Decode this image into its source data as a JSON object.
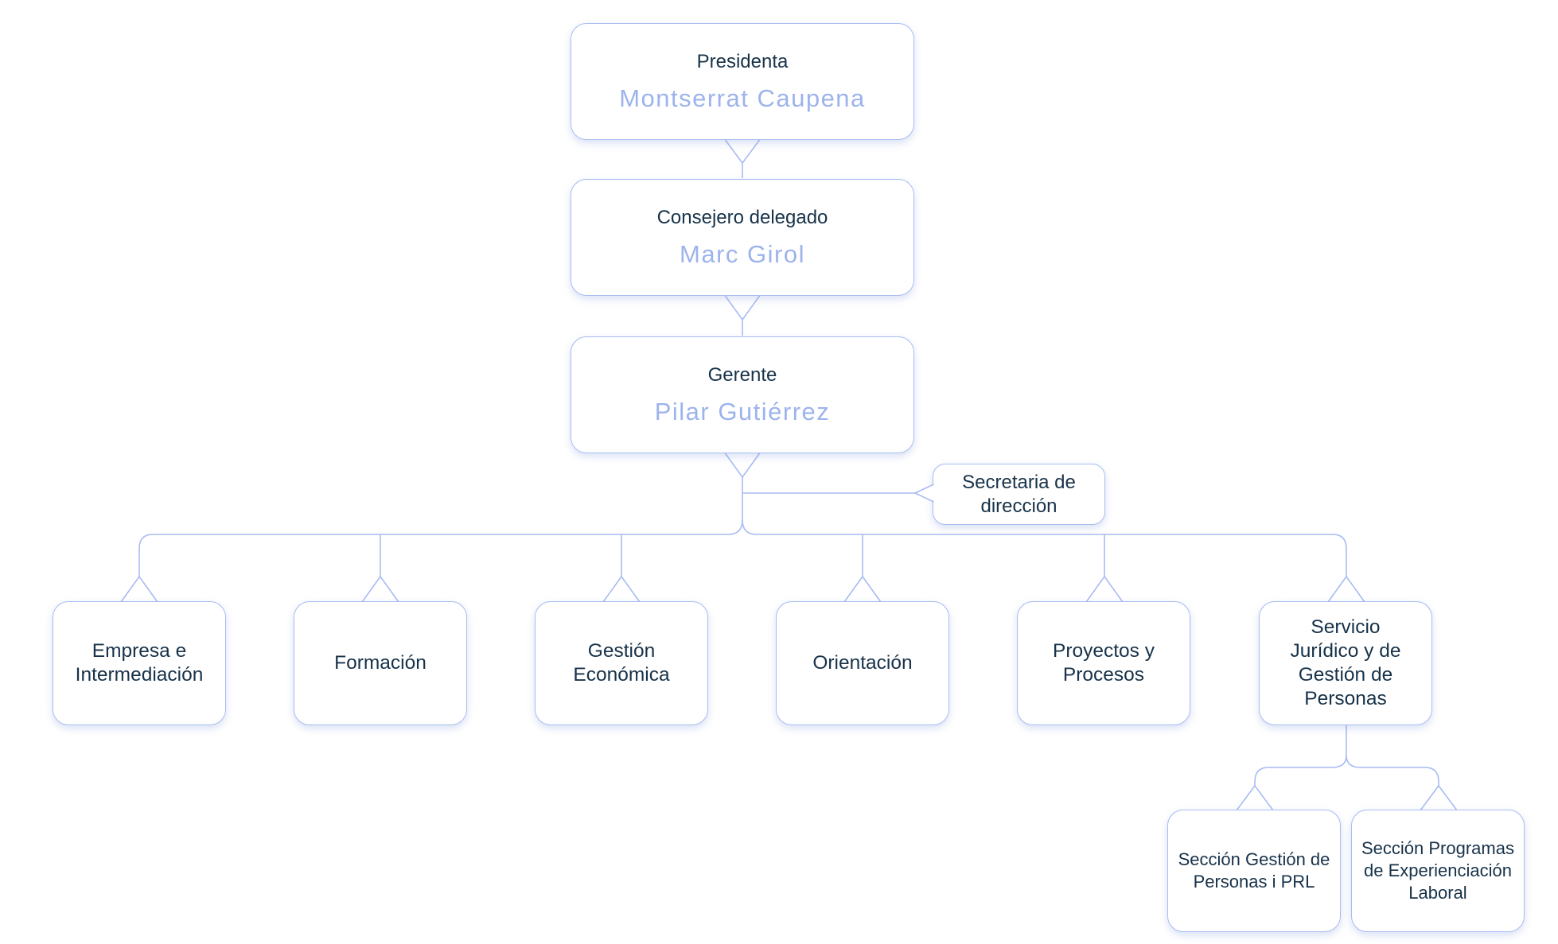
{
  "executive": {
    "presidenta": {
      "role": "Presidenta",
      "name": "Montserrat Caupena"
    },
    "consejero": {
      "role": "Consejero delegado",
      "name": "Marc Girol"
    },
    "gerente": {
      "role": "Gerente",
      "name": "Pilar Gutiérrez"
    }
  },
  "secretaria": {
    "label": "Secretaria de dirección"
  },
  "departments": [
    {
      "label": "Empresa e Intermediación"
    },
    {
      "label": "Formación"
    },
    {
      "label": "Gestión Económica"
    },
    {
      "label": "Orientación"
    },
    {
      "label": "Proyectos y Procesos"
    },
    {
      "label": "Servicio Jurídico y de Gestión de Personas"
    }
  ],
  "sections": [
    {
      "label": "Sección Gestión de Personas i PRL"
    },
    {
      "label": "Sección Programas de Experienciación Laboral"
    }
  ],
  "colors": {
    "border": "#a9bcf2",
    "text": "#173249",
    "name": "#9db3ec"
  }
}
